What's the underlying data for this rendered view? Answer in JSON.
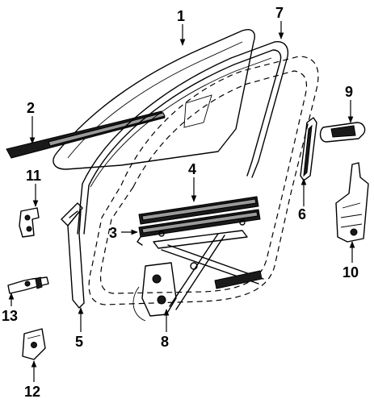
{
  "callouts": [
    {
      "id": "1",
      "label": "1"
    },
    {
      "id": "2",
      "label": "2"
    },
    {
      "id": "3",
      "label": "3"
    },
    {
      "id": "4",
      "label": "4"
    },
    {
      "id": "5",
      "label": "5"
    },
    {
      "id": "6",
      "label": "6"
    },
    {
      "id": "7",
      "label": "7"
    },
    {
      "id": "8",
      "label": "8"
    },
    {
      "id": "9",
      "label": "9"
    },
    {
      "id": "10",
      "label": "10"
    },
    {
      "id": "11",
      "label": "11"
    },
    {
      "id": "12",
      "label": "12"
    },
    {
      "id": "13",
      "label": "13"
    }
  ],
  "colors": {
    "ink": "#000000",
    "background": "#ffffff",
    "shade": "#9a9a9a"
  }
}
